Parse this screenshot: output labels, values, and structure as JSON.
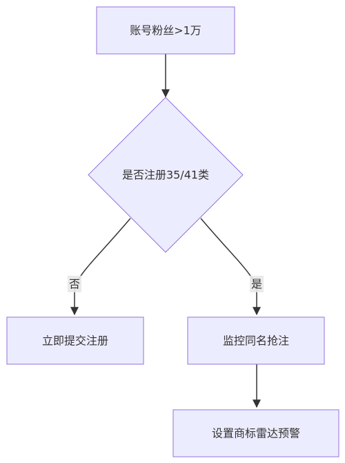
{
  "nodes": {
    "start": "账号粉丝>1万",
    "decision": "是否注册35/41类",
    "register": "立即提交注册",
    "monitor": "监控同名抢注",
    "alert": "设置商标雷达预警"
  },
  "edges": {
    "no_label": "否",
    "yes_label": "是"
  },
  "colors": {
    "node_fill": "#ECECFF",
    "node_stroke": "#9370DB",
    "edge": "#333333",
    "text": "#333333",
    "label_bg": "#e8e8e8"
  }
}
